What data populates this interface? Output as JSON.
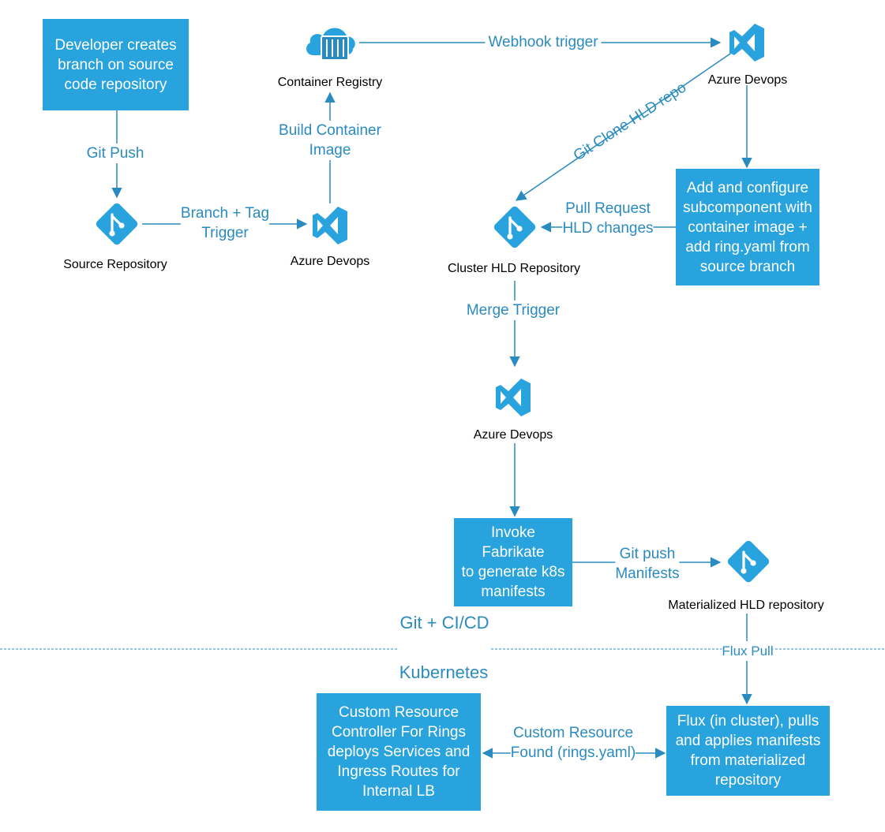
{
  "colors": {
    "box": "#29a3de",
    "line": "#2a8bc0",
    "label": "#2a8bc0",
    "caption": "#000000"
  },
  "boxes": {
    "developer": "Developer creates\nbranch on source\ncode repository",
    "subcomponent": "Add and configure\nsubcomponent with\ncontainer image +\nadd ring.yaml from\nsource branch",
    "fabrikate": "Invoke Fabrikate\nto generate k8s\nmanifests",
    "flux": "Flux (in cluster), pulls\nand applies manifests\nfrom materialized\nrepository",
    "controller": "Custom Resource\nController For Rings\ndeploys Services and\nIngress Routes for\nInternal LB"
  },
  "nodes": {
    "source_repo": {
      "caption": "Source Repository",
      "icon": "git-icon"
    },
    "azure_devops_1": {
      "caption": "Azure Devops",
      "icon": "visual-studio-icon"
    },
    "container_registry": {
      "caption": "Container Registry",
      "icon": "container-registry-icon"
    },
    "azure_devops_2": {
      "caption": "Azure Devops",
      "icon": "visual-studio-icon"
    },
    "cluster_hld": {
      "caption": "Cluster HLD Repository",
      "icon": "git-icon"
    },
    "azure_devops_3": {
      "caption": "Azure Devops",
      "icon": "visual-studio-icon"
    },
    "materialized_hld": {
      "caption": "Materialized HLD repository",
      "icon": "git-icon"
    }
  },
  "edges": {
    "git_push": "Git Push",
    "branch_tag": "Branch + Tag\nTrigger",
    "build_image": "Build Container\nImage",
    "webhook": "Webhook trigger",
    "git_clone": "Git Clone HLD repo",
    "pull_request": "Pull Request\nHLD changes",
    "merge_trigger": "Merge Trigger",
    "git_push_manifests": "Git push\nManifests",
    "flux_pull": "Flux Pull",
    "custom_resource": "Custom Resource\nFound (rings.yaml)"
  },
  "sections": {
    "top": "Git + CI/CD",
    "bottom": "Kubernetes"
  }
}
